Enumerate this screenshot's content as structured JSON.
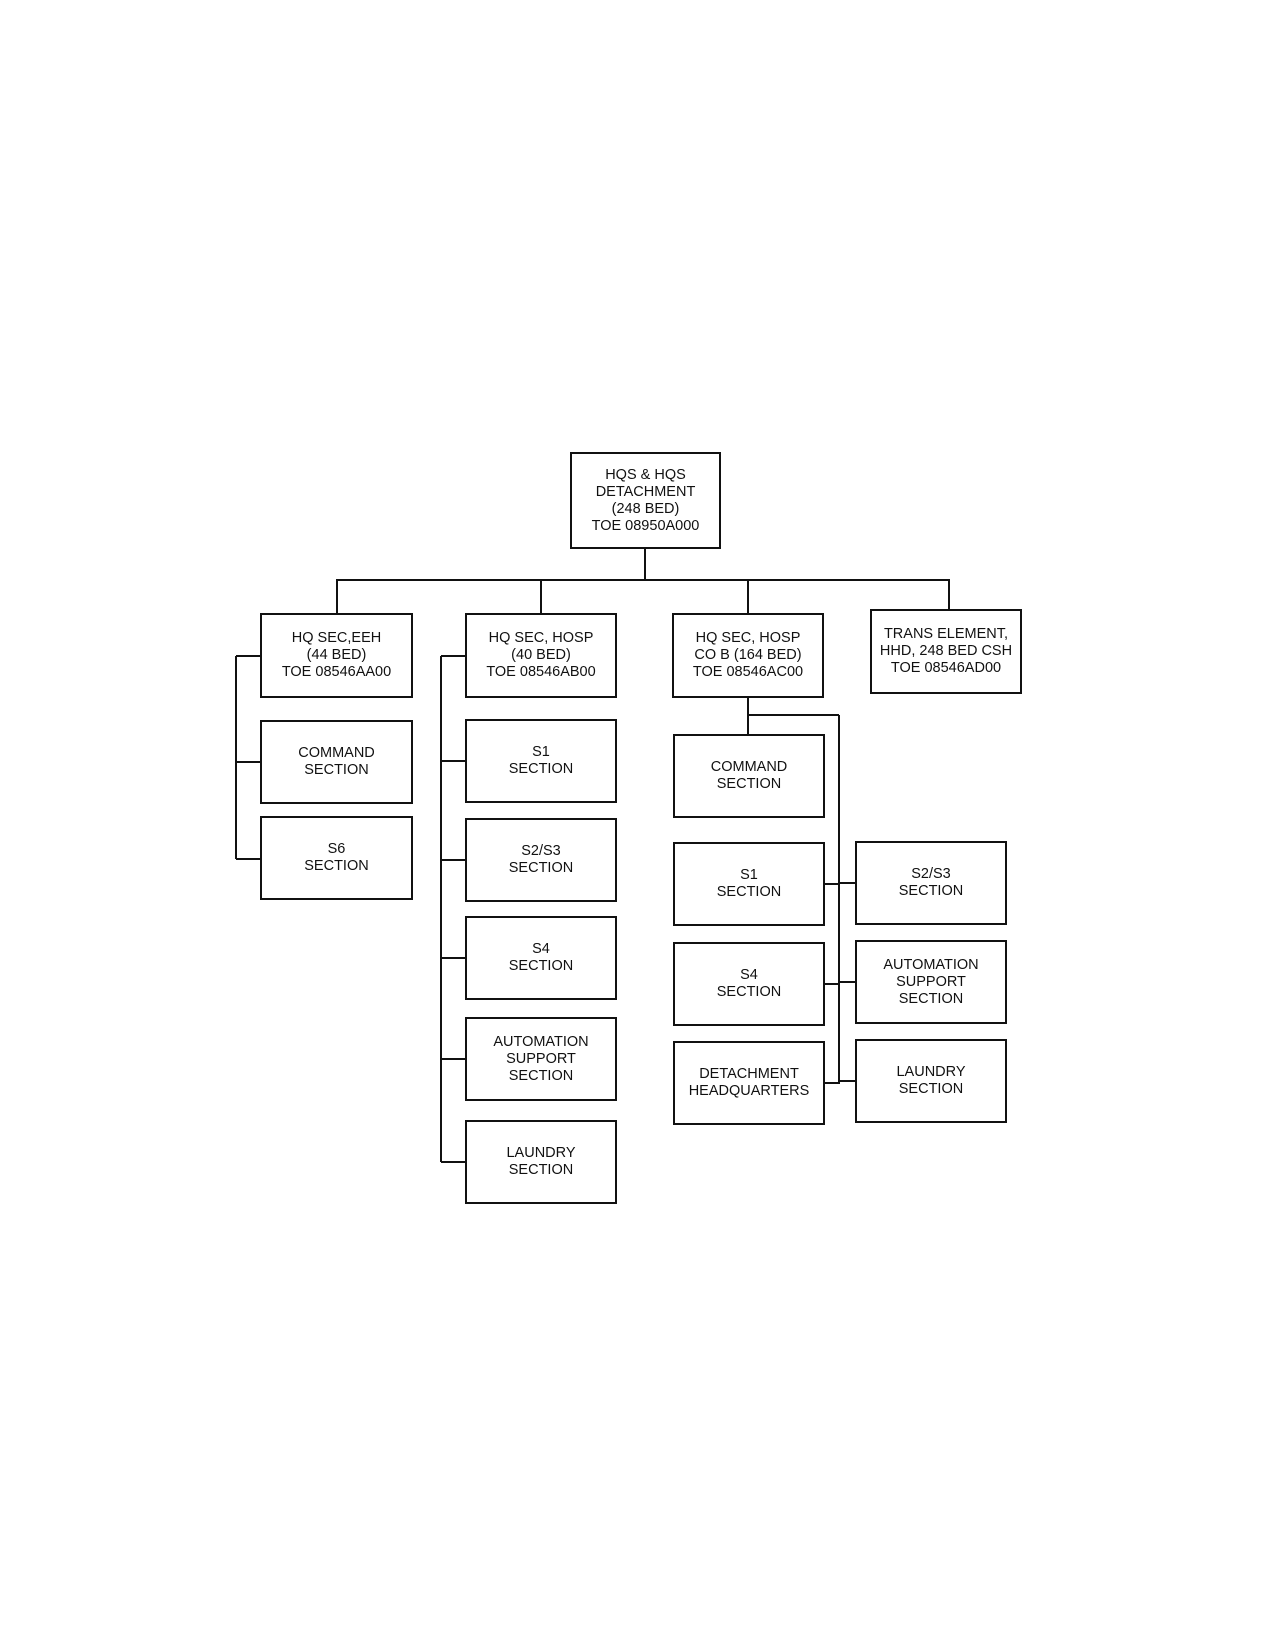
{
  "diagram": {
    "root": {
      "lines": [
        "HQS & HQS",
        "DETACHMENT",
        "(248 BED)",
        "TOE 08950A000"
      ]
    },
    "branches": [
      {
        "head": {
          "lines": [
            "HQ SEC,EEH",
            "(44 BED)",
            "TOE 08546AA00"
          ]
        },
        "children": [
          {
            "lines": [
              "COMMAND",
              "SECTION"
            ]
          },
          {
            "lines": [
              "S6",
              "SECTION"
            ]
          }
        ]
      },
      {
        "head": {
          "lines": [
            "HQ SEC, HOSP",
            "(40 BED)",
            "TOE 08546AB00"
          ]
        },
        "children": [
          {
            "lines": [
              "S1",
              "SECTION"
            ]
          },
          {
            "lines": [
              "S2/S3",
              "SECTION"
            ]
          },
          {
            "lines": [
              "S4",
              "SECTION"
            ]
          },
          {
            "lines": [
              "AUTOMATION",
              "SUPPORT",
              "SECTION"
            ]
          },
          {
            "lines": [
              "LAUNDRY",
              "SECTION"
            ]
          }
        ]
      },
      {
        "head": {
          "lines": [
            "HQ SEC, HOSP",
            "CO B (164 BED)",
            "TOE 08546AC00"
          ]
        },
        "children": [
          {
            "lines": [
              "COMMAND",
              "SECTION"
            ]
          },
          {
            "lines": [
              "S1",
              "SECTION"
            ]
          },
          {
            "lines": [
              "S4",
              "SECTION"
            ]
          },
          {
            "lines": [
              "DETACHMENT",
              "HEADQUARTERS"
            ]
          },
          {
            "lines": [
              "S2/S3",
              "SECTION"
            ]
          },
          {
            "lines": [
              "AUTOMATION",
              "SUPPORT",
              "SECTION"
            ]
          },
          {
            "lines": [
              "LAUNDRY",
              "SECTION"
            ]
          }
        ]
      },
      {
        "head": {
          "lines": [
            "TRANS ELEMENT,",
            "HHD, 248 BED CSH",
            "TOE 08546AD00"
          ]
        },
        "children": []
      }
    ]
  }
}
